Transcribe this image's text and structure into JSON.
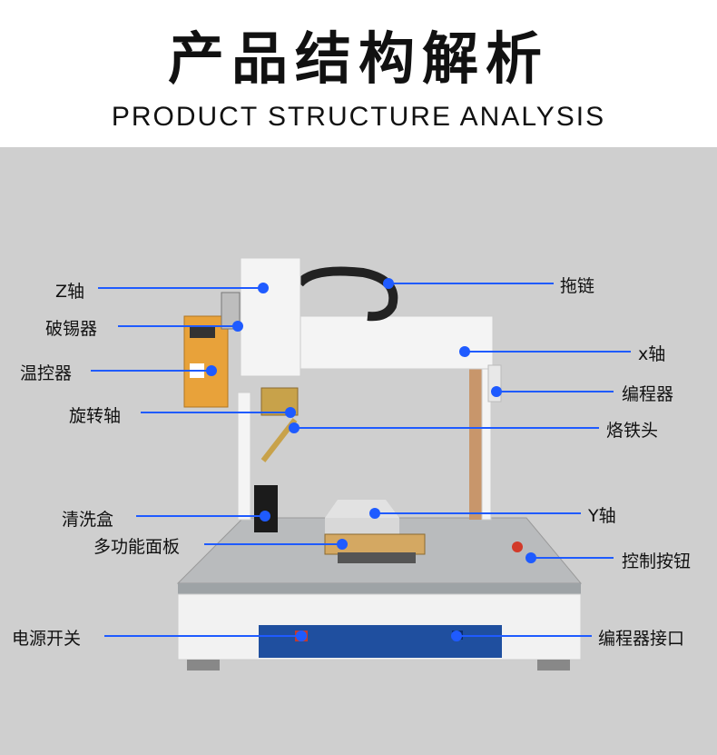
{
  "header": {
    "title_cn": "产品结构解析",
    "title_en": "PRODUCT STRUCTURE ANALYSIS"
  },
  "labels": {
    "z_axis": "Z轴",
    "drag_chain": "拖链",
    "tin_breaker": "破锡器",
    "x_axis": "x轴",
    "temp_controller": "温控器",
    "programmer": "编程器",
    "rotary_axis": "旋转轴",
    "soldering_tip": "烙铁头",
    "cleaning_box": "清洗盒",
    "y_axis": "Y轴",
    "multi_panel": "多功能面板",
    "control_button": "控制按钮",
    "power_switch": "电源开关",
    "programmer_port": "编程器接口"
  },
  "colors": {
    "callout_line": "#1f5bff",
    "callout_dot": "#1f5bff",
    "background": "#cfcfcf",
    "machine_white": "#f4f4f4",
    "machine_blue": "#1f4f9f",
    "controller_orange": "#e8a23a",
    "copper": "#c8966b"
  }
}
